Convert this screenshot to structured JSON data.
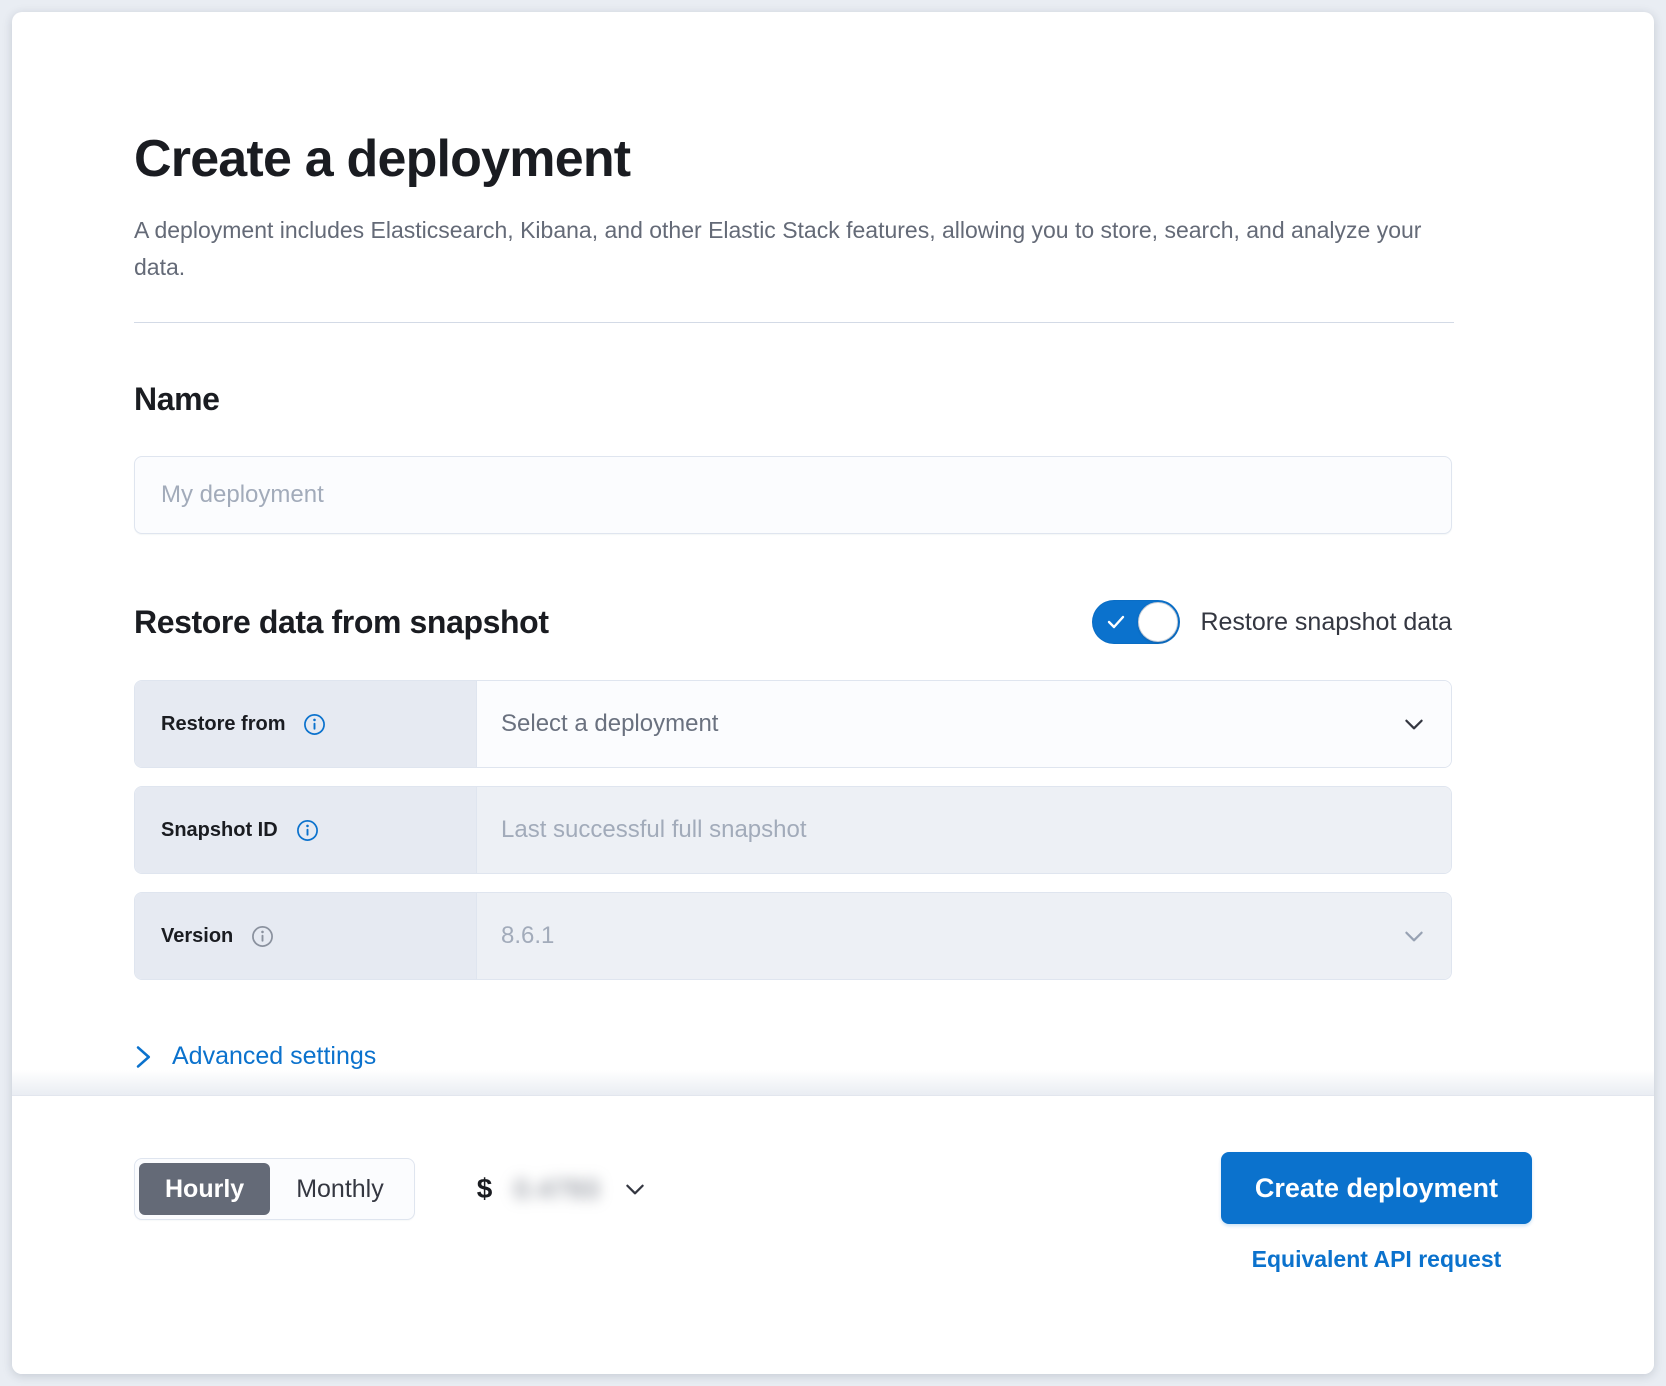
{
  "header": {
    "title": "Create a deployment",
    "description": "A deployment includes Elasticsearch, Kibana, and other Elastic Stack features, allowing you to store, search, and analyze your data."
  },
  "name_section": {
    "title": "Name",
    "placeholder": "My deployment",
    "value": ""
  },
  "restore_section": {
    "title": "Restore data from snapshot",
    "toggle": {
      "label": "Restore snapshot data",
      "checked": true,
      "on_color": "#0b72cd"
    },
    "rows": [
      {
        "label": "Restore from",
        "info_icon": "info-circle-icon",
        "info_color": "#0b72cd",
        "value": "Select a deployment",
        "control": "dropdown",
        "disabled": false
      },
      {
        "label": "Snapshot ID",
        "info_icon": "info-circle-icon",
        "info_color": "#0b72cd",
        "value": "Last successful full snapshot",
        "control": "text",
        "disabled": true
      },
      {
        "label": "Version",
        "info_icon": "info-circle-icon",
        "info_color": "#8a919e",
        "value": "8.6.1",
        "control": "dropdown",
        "disabled": true
      }
    ]
  },
  "advanced": {
    "label": "Advanced settings",
    "icon": "chevron-right-icon",
    "expanded": false
  },
  "footer": {
    "billing_options": [
      {
        "label": "Hourly",
        "selected": true
      },
      {
        "label": "Monthly",
        "selected": false
      }
    ],
    "price": {
      "currency_symbol": "$",
      "amount": "0.4793",
      "redacted": true,
      "expand_icon": "chevron-down-icon"
    },
    "create_button": "Create deployment",
    "api_link": "Equivalent API request"
  },
  "colors": {
    "accent": "#0b72cd",
    "text_primary": "#1a1c21",
    "text_muted": "#646a77",
    "placeholder": "#a2abba",
    "border": "#dfe5ef",
    "label_bg": "#e6eaf2",
    "disabled_bg": "#edf0f5",
    "segment_active_bg": "#646a77"
  }
}
